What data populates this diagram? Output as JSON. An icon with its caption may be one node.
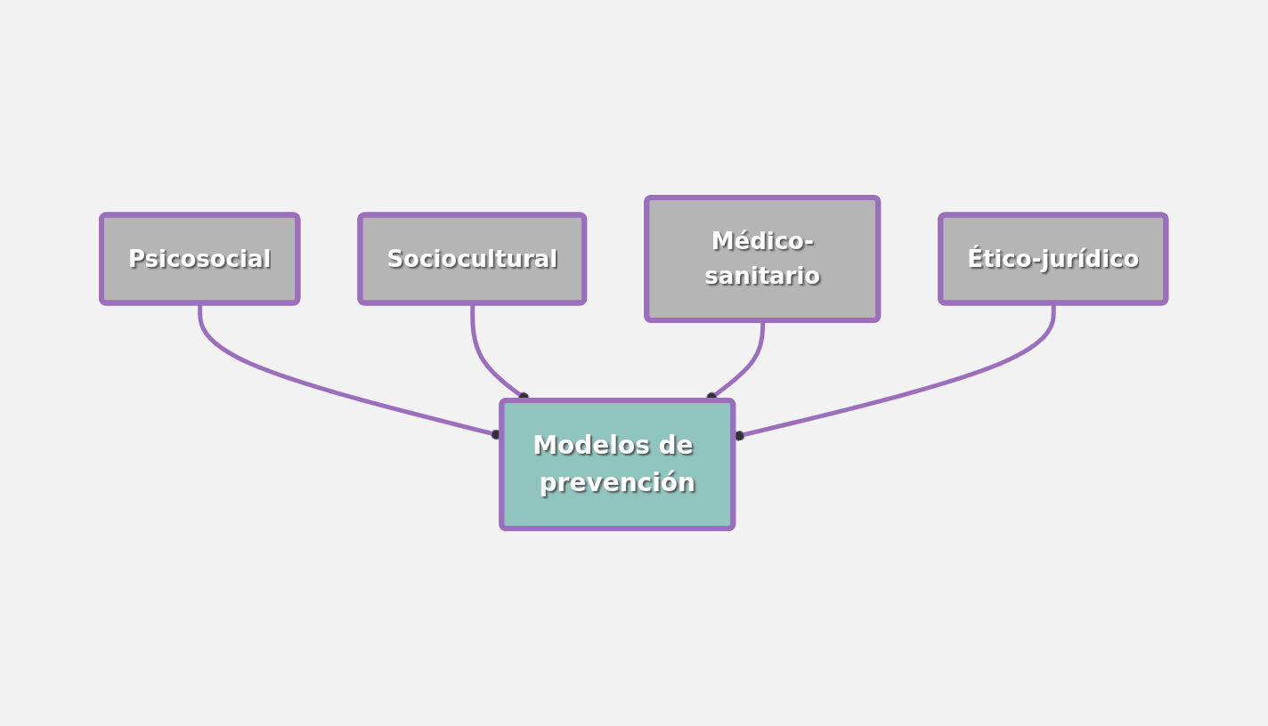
{
  "diagram": {
    "nodes": [
      {
        "text": [
          "Psicosocial"
        ]
      },
      {
        "text": [
          "Sociocultural"
        ]
      },
      {
        "text": [
          "Modelos de prevención"
        ]
      },
      {
        "text": [
          "Médico-sanitario"
        ]
      },
      {
        "text": [
          "Ético-jurídico"
        ]
      }
    ],
    "edges": [
      {
        "from": 0,
        "to": 2,
        "arrow": "other"
      },
      {
        "from": 1,
        "to": 2,
        "arrow": "other"
      },
      {
        "from": 3,
        "to": 2,
        "arrow": "other"
      },
      {
        "from": 4,
        "to": 2,
        "arrow": "other"
      }
    ]
  }
}
